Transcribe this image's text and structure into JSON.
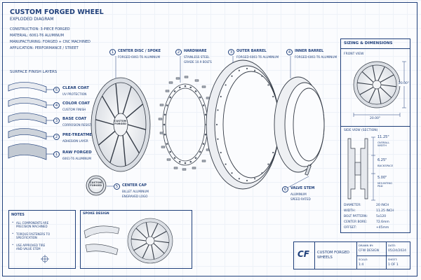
{
  "title": {
    "main": "CUSTOM FORGED WHEEL",
    "sub": "EXPLODED DIAGRAM",
    "specs": [
      "CONSTRUCTION: 3-PIECE FORGED",
      "MATERIAL: 6061-T6 ALUMINUM",
      "MANUFACTURING: FORGED + CNC MACHINED",
      "APPLICATION: PERFORMANCE / STREET"
    ]
  },
  "surface": {
    "heading": "SURFACE FINISH LAYERS",
    "layers": [
      {
        "n": "5",
        "name": "CLEAR COAT",
        "desc": "UV PROTECTION"
      },
      {
        "n": "4",
        "name": "COLOR COAT",
        "desc": "CUSTOM FINISH"
      },
      {
        "n": "3",
        "name": "BASE COAT",
        "desc": "CORROSION RESISTANT"
      },
      {
        "n": "2",
        "name": "PRE-TREATMENT",
        "desc": "ADHESION LAYER"
      },
      {
        "n": "1",
        "name": "RAW FORGED",
        "desc": "6061-T6 ALUMINUM"
      }
    ]
  },
  "parts": [
    {
      "n": "1",
      "name": "CENTER DISC / SPOKE",
      "desc": "FORGED 6061-T6 ALUMINUM"
    },
    {
      "n": "2",
      "name": "HARDWARE",
      "desc": "STAINLESS STEEL",
      "desc2": "GRADE 10.9 BOLTS"
    },
    {
      "n": "3",
      "name": "OUTER BARREL",
      "desc": "FORGED 6061-T6 ALUMINUM"
    },
    {
      "n": "4",
      "name": "INNER BARREL",
      "desc": "FORGED 6061-T6 ALUMINUM"
    },
    {
      "n": "5",
      "name": "CENTER CAP",
      "desc": "BILLET ALUMINUM",
      "desc2": "ENGRAVED LOGO"
    },
    {
      "n": "6",
      "name": "VALVE STEM",
      "desc": "ALUMINUM",
      "desc2": "SPEED RATED"
    }
  ],
  "logo": {
    "wheel_text": "CUSTOM\nFORGED",
    "cap_text": "CUSTOM\nFORGED"
  },
  "dims": {
    "heading": "SIZING & DIMENSIONS",
    "front_label": "FRONT VIEW",
    "front_w": "20.00\"",
    "front_h": "20.00\"",
    "side_label": "SIDE VIEW (SECTION)",
    "side_a": "11.25\"",
    "side_a_lbl": "OVERALL\nWIDTH",
    "side_b": "6.25\"",
    "side_b_lbl": "BACKSPACE",
    "side_c": "5.00\"",
    "side_c_lbl": "MOUNTING\nPAD",
    "specs": [
      {
        "k": "DIAMETER:",
        "v": "20 INCH"
      },
      {
        "k": "WIDTH:",
        "v": "11.25 INCH"
      },
      {
        "k": "BOLT PATTERN:",
        "v": "5x120"
      },
      {
        "k": "CENTER BORE:",
        "v": "72.6mm"
      },
      {
        "k": "OFFSET:",
        "v": "+45mm"
      }
    ]
  },
  "notes": {
    "heading": "NOTES",
    "items": [
      "ALL COMPONENTS ARE\nPRECISION MACHINED",
      "TORQUE FASTENERS TO\nSPECIFICATION",
      "USE APPROVED TIRE\nAND VALVE STEM"
    ]
  },
  "spoke": {
    "heading": "SPOKE DESIGN"
  },
  "titleblock": {
    "logo": "CF",
    "name": "CUSTOM FORGED\nWHEELS",
    "drawn_by_lbl": "DRAWN BY:",
    "drawn_by": "CFW DESIGN",
    "date_lbl": "DATE:",
    "date": "05/24/2024",
    "scale_lbl": "SCALE:",
    "scale": "1:4",
    "sheet_lbl": "SHEET:",
    "sheet": "1 OF 1"
  },
  "colors": {
    "ink": "#1f3f7a",
    "paper": "#fbfcfe",
    "metal": "#d9dde3"
  }
}
